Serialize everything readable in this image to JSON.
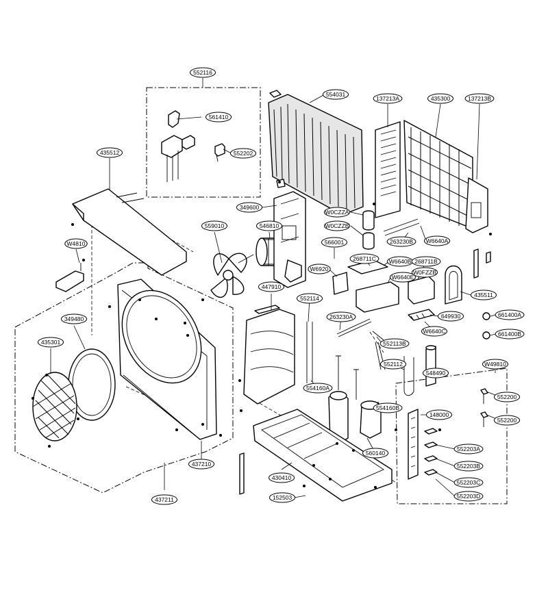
{
  "callouts": [
    {
      "id": "552116",
      "label": "552116"
    },
    {
      "id": "561410",
      "label": "561410"
    },
    {
      "id": "552202",
      "label": "552202"
    },
    {
      "id": "554031",
      "label": "554031"
    },
    {
      "id": "137213A",
      "label": "137213A"
    },
    {
      "id": "435300",
      "label": "435300"
    },
    {
      "id": "137213B",
      "label": "137213B"
    },
    {
      "id": "435512",
      "label": "435512"
    },
    {
      "id": "349600",
      "label": "349600"
    },
    {
      "id": "W0CZZA",
      "label": "W0CZZA"
    },
    {
      "id": "W0CZZB",
      "label": "W0CZZB"
    },
    {
      "id": "263230B",
      "label": "263230B"
    },
    {
      "id": "W6640A",
      "label": "W6640A"
    },
    {
      "id": "559010",
      "label": "559010"
    },
    {
      "id": "546810",
      "label": "546810"
    },
    {
      "id": "566001",
      "label": "566001"
    },
    {
      "id": "268711C",
      "label": "268711C"
    },
    {
      "id": "W6640B",
      "label": "W6640B"
    },
    {
      "id": "268711B",
      "label": "268711B"
    },
    {
      "id": "W4810",
      "label": "W4810"
    },
    {
      "id": "W6920",
      "label": "W6920"
    },
    {
      "id": "W6640E",
      "label": "W6640E"
    },
    {
      "id": "W0FZZB",
      "label": "W0FZZB"
    },
    {
      "id": "447910",
      "label": "447910"
    },
    {
      "id": "552114",
      "label": "552114"
    },
    {
      "id": "435511",
      "label": "435511"
    },
    {
      "id": "649930",
      "label": "649930"
    },
    {
      "id": "661400A",
      "label": "661400A"
    },
    {
      "id": "349480",
      "label": "349480"
    },
    {
      "id": "263230A",
      "label": "263230A"
    },
    {
      "id": "W6640C",
      "label": "W6640C"
    },
    {
      "id": "661400B",
      "label": "661400B"
    },
    {
      "id": "435301",
      "label": "435301"
    },
    {
      "id": "552113B",
      "label": "552113B"
    },
    {
      "id": "552112",
      "label": "552112"
    },
    {
      "id": "548490",
      "label": "548490"
    },
    {
      "id": "W49810",
      "label": "W49810"
    },
    {
      "id": "554160A",
      "label": "554160A"
    },
    {
      "id": "554160B",
      "label": "554160B"
    },
    {
      "id": "552200",
      "label": "552200"
    },
    {
      "id": "148000",
      "label": "148000"
    },
    {
      "id": "552200b",
      "label": "552200"
    },
    {
      "id": "560140",
      "label": "560140"
    },
    {
      "id": "552203A",
      "label": "552203A"
    },
    {
      "id": "437210",
      "label": "437210"
    },
    {
      "id": "552203B",
      "label": "552203B"
    },
    {
      "id": "430410",
      "label": "430410"
    },
    {
      "id": "552203C",
      "label": "552203C"
    },
    {
      "id": "437211",
      "label": "437211"
    },
    {
      "id": "152503",
      "label": "152503"
    },
    {
      "id": "552203D",
      "label": "552203D"
    }
  ]
}
